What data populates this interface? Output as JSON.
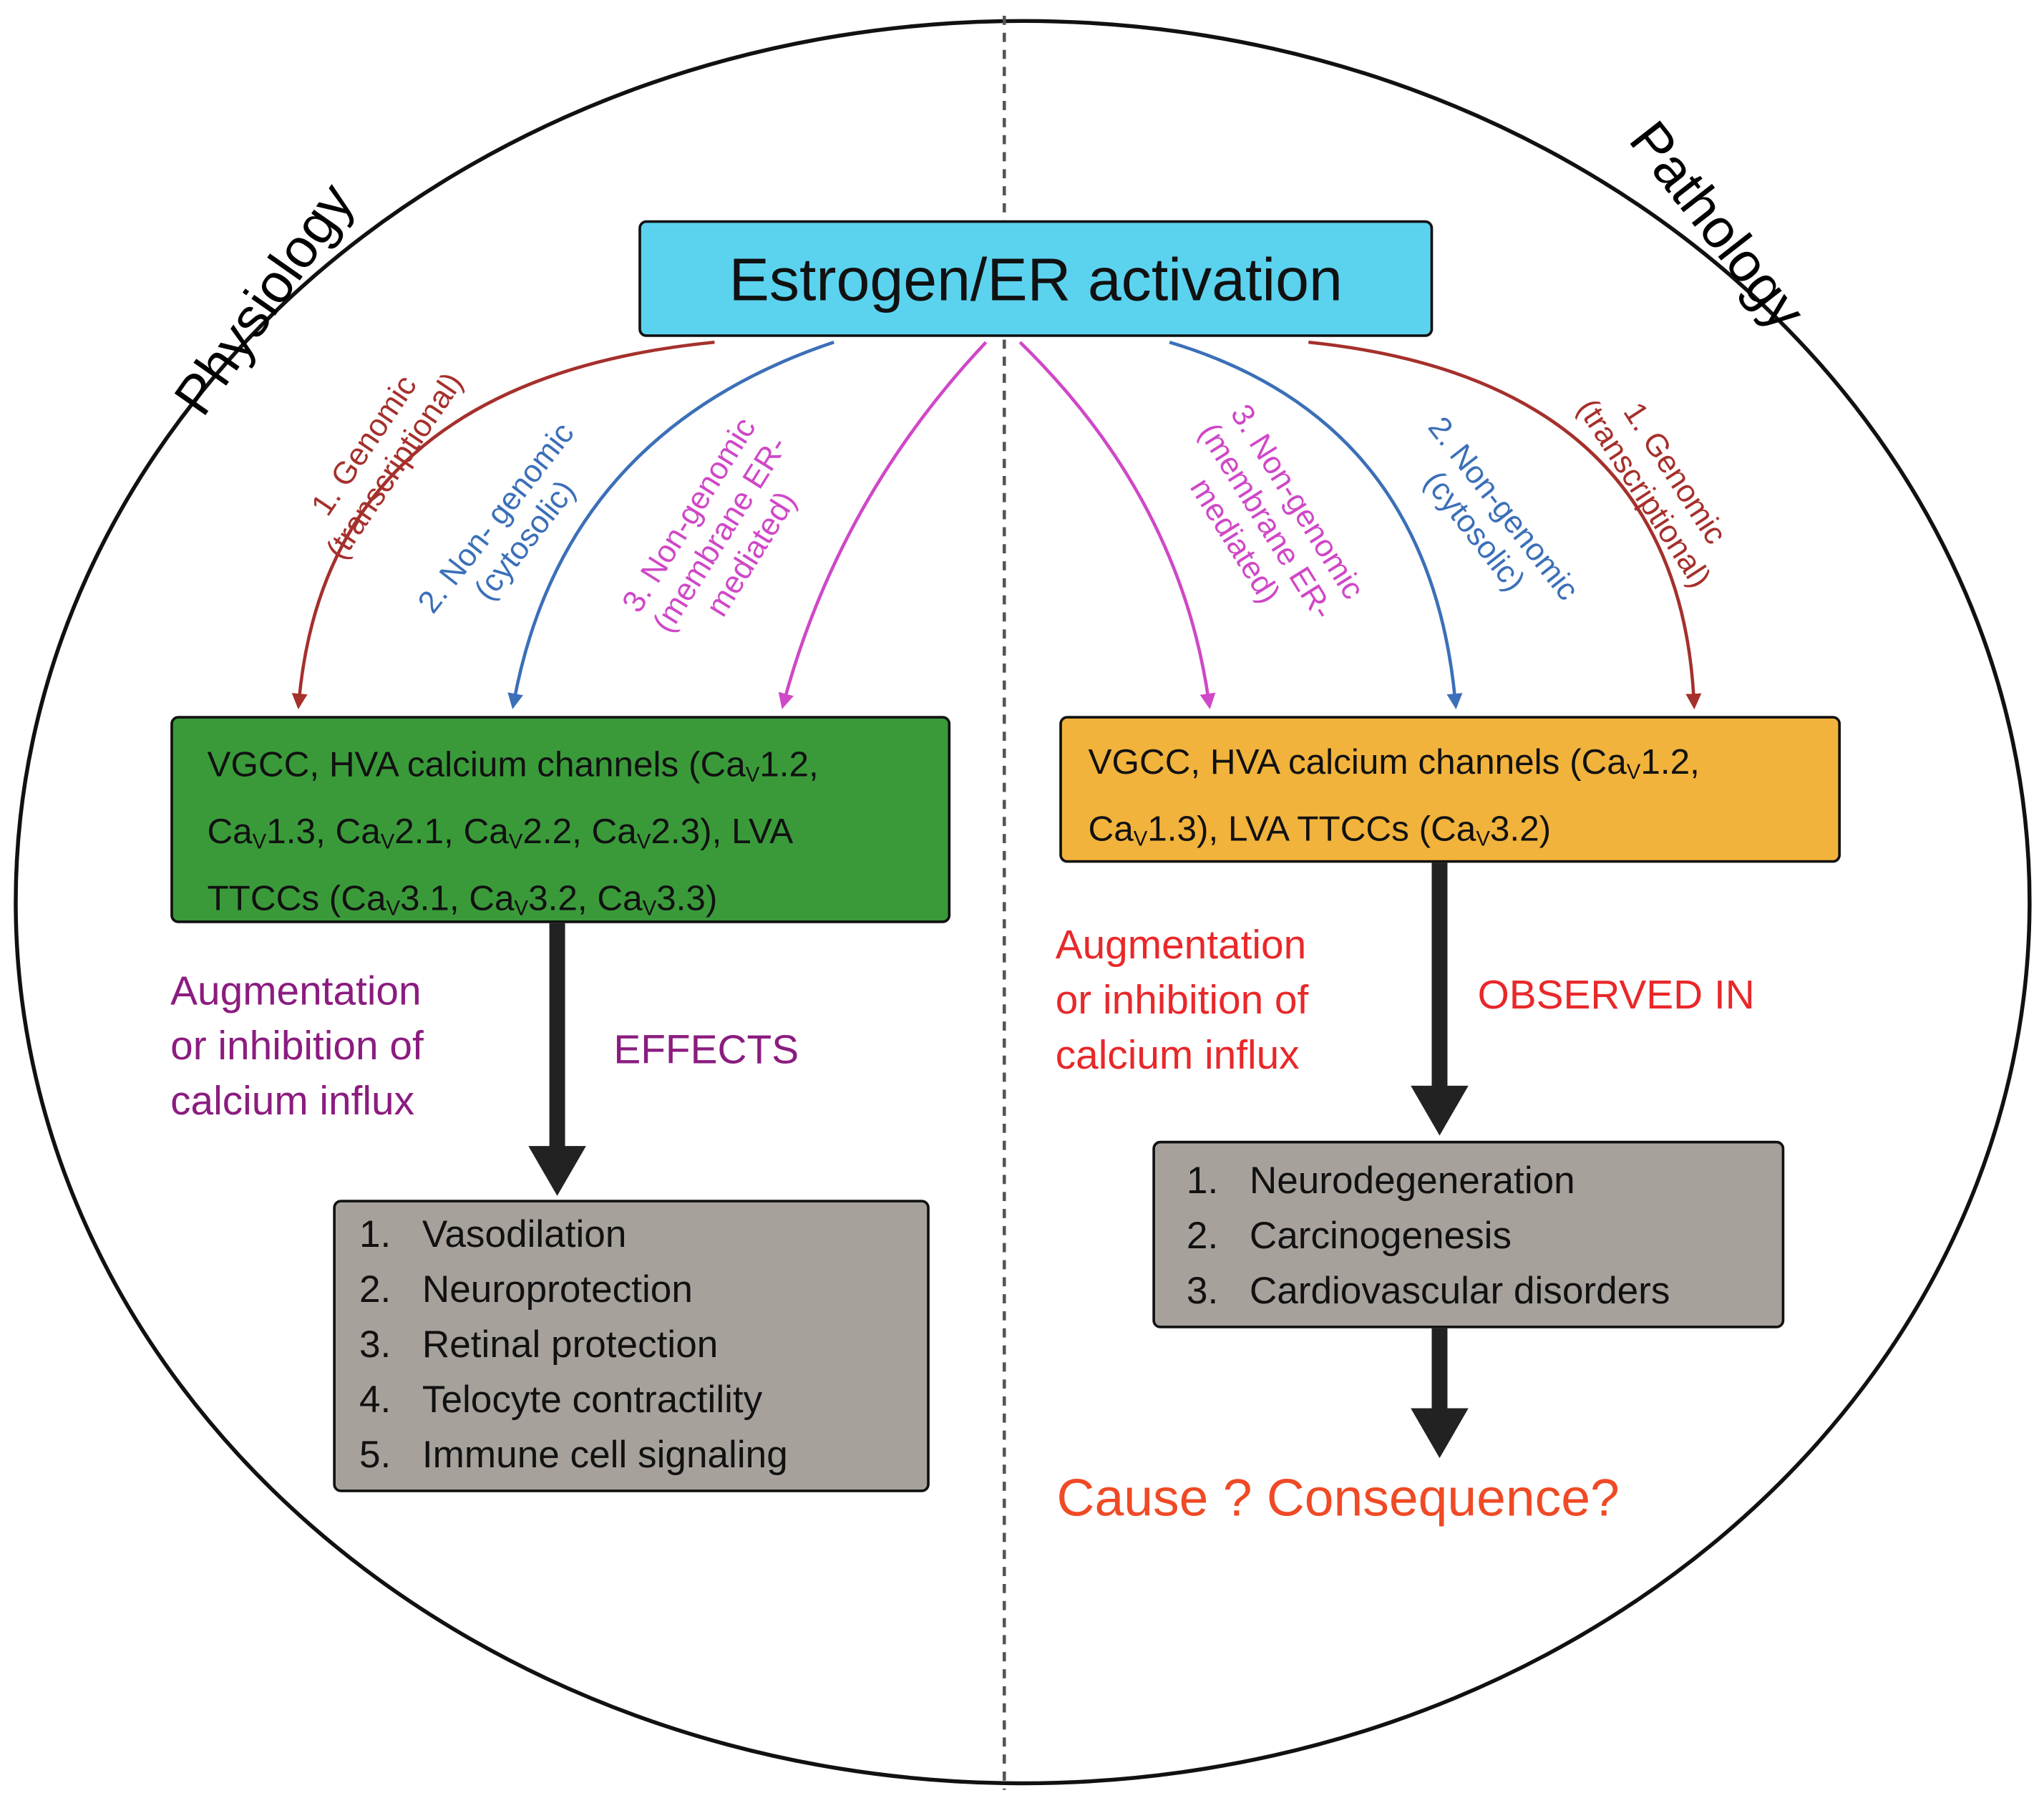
{
  "left_title": "Physiology",
  "right_title": "Pathology",
  "top_box": "Estrogen/ER activation",
  "pathway_labels": {
    "genomic_number": "1. Genomic",
    "genomic_sub": "(transcriptional)",
    "cytosolic_left_1": "2. Non- genomic",
    "cytosolic_left_2": "(cytosolic)",
    "cytosolic_right_1": "2. Non-genomic",
    "cytosolic_right_2": "(cytosolic)",
    "membrane_left_1": "3. Non-genomic",
    "membrane_left_2": "(membrane ER-",
    "membrane_left_3": "mediated)",
    "membrane_right_1": "3. Non-genomic",
    "membrane_right_2": "(membrane ER-",
    "membrane_right_3": "mediated)"
  },
  "colors": {
    "genomic": "#a5302c",
    "cytosolic": "#3b6fb8",
    "membrane": "#cf48c7",
    "top_box": "#5bd3ef",
    "physiology_box": "#3a9a3a",
    "pathology_box": "#f2b33c",
    "outcome_box": "#a7a19c"
  },
  "physiology": {
    "channels_line1_a": "VGCC, HVA calcium channels (Ca",
    "channels_line1_b": "1.2,",
    "channels_line2_a": "Ca",
    "channels_line2_b": "1.3, Ca",
    "channels_line2_c": "2.1, Ca",
    "channels_line2_d": "2.2, Ca",
    "channels_line2_e": "2.3), LVA",
    "channels_line3_a": "TTCCs (Ca",
    "channels_line3_b": "3.1, Ca",
    "channels_line3_c": "3.2, Ca",
    "channels_line3_d": "3.3)",
    "subscript": "V",
    "influx_line1": "Augmentation",
    "influx_line2": "or inhibition of",
    "influx_line3": "calcium influx",
    "arrow_label": "EFFECTS",
    "effects": [
      {
        "n": "1.",
        "text": "Vasodilation"
      },
      {
        "n": "2.",
        "text": "Neuroprotection"
      },
      {
        "n": "3.",
        "text": "Retinal protection"
      },
      {
        "n": "4.",
        "text": "Telocyte contractility"
      },
      {
        "n": "5.",
        "text": "Immune cell signaling"
      }
    ]
  },
  "pathology": {
    "channels_line1_a": "VGCC, HVA calcium channels (Ca",
    "channels_line1_b": "1.2,",
    "channels_line2_a": "Ca",
    "channels_line2_b": "1.3), LVA TTCCs (Ca",
    "channels_line2_c": "3.2)",
    "subscript": "V",
    "influx_line1": "Augmentation",
    "influx_line2": "or inhibition of",
    "influx_line3": "calcium influx",
    "arrow_label": "OBSERVED IN",
    "disorders": [
      {
        "n": "1.",
        "text": "Neurodegeneration"
      },
      {
        "n": "2.",
        "text": "Carcinogenesis"
      },
      {
        "n": "3.",
        "text": "Cardiovascular disorders"
      }
    ],
    "question": "Cause ? Consequence?"
  }
}
